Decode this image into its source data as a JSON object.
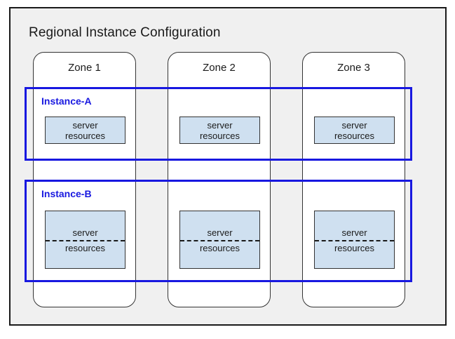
{
  "diagram": {
    "title": "Regional Instance Configuration",
    "colors": {
      "frame_background": "#f0f0f0",
      "frame_border": "#1a1a1a",
      "zone_fill": "#ffffff",
      "zone_border": "#333333",
      "instance_accent": "#1818e0",
      "resource_fill": "#cfe0f0",
      "resource_border": "#333333",
      "text": "#1a1a1a"
    },
    "zones": [
      {
        "label": "Zone 1"
      },
      {
        "label": "Zone 2"
      },
      {
        "label": "Zone 3"
      }
    ],
    "instances": [
      {
        "label": "Instance-A",
        "split_resources": false,
        "resources": [
          {
            "line1": "server",
            "line2": "resources"
          },
          {
            "line1": "server",
            "line2": "resources"
          },
          {
            "line1": "server",
            "line2": "resources"
          }
        ]
      },
      {
        "label": "Instance-B",
        "split_resources": true,
        "resources": [
          {
            "line1": "server",
            "line2": "resources"
          },
          {
            "line1": "server",
            "line2": "resources"
          },
          {
            "line1": "server",
            "line2": "resources"
          }
        ]
      }
    ]
  }
}
